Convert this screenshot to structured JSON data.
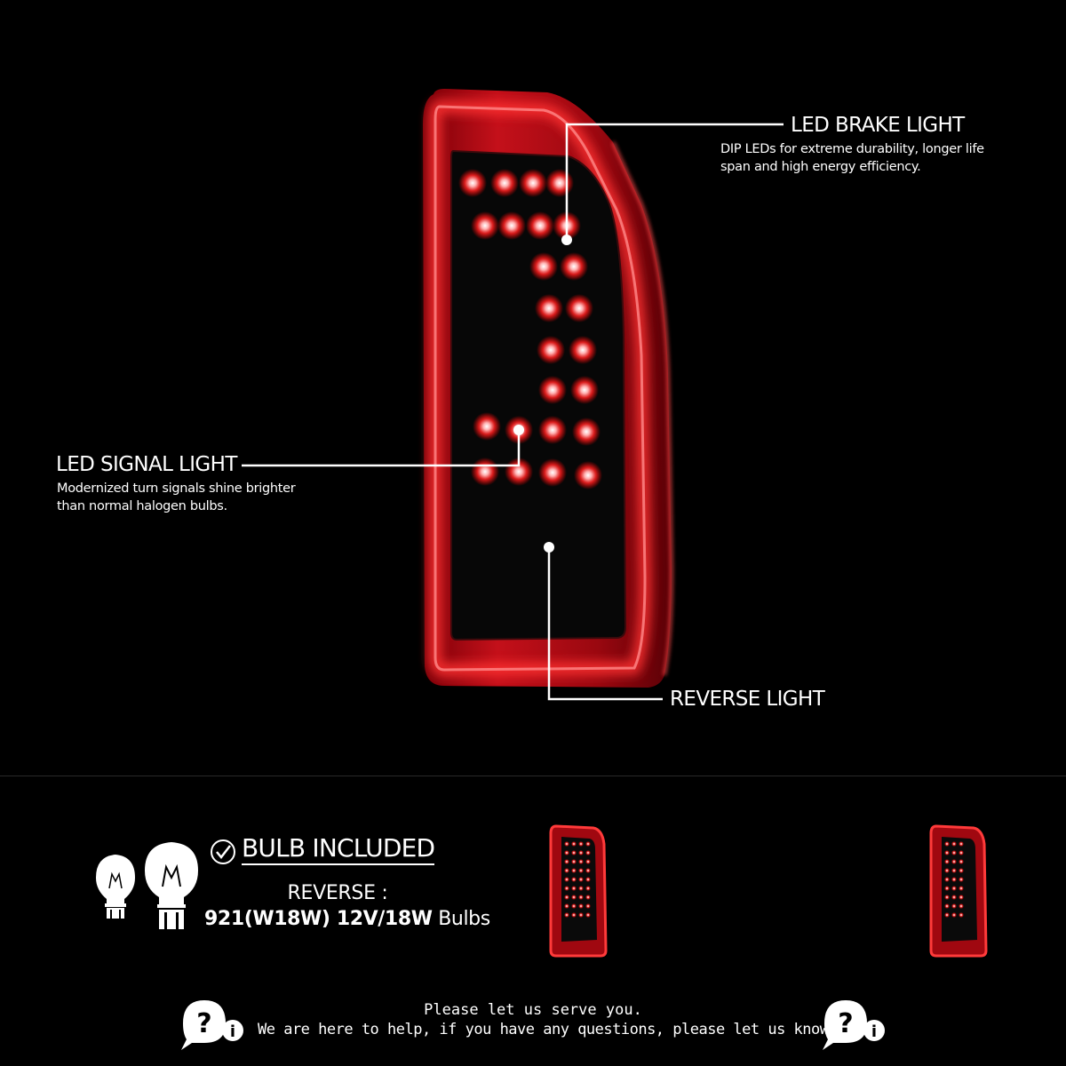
{
  "callouts": {
    "brake": {
      "title": "LED BRAKE LIGHT",
      "desc_line1": "DIP LEDs for extreme durability, longer life",
      "desc_line2": "span and high energy efficiency."
    },
    "signal": {
      "title": "LED SIGNAL LIGHT",
      "desc_line1": "Modernized turn signals shine brighter",
      "desc_line2": "than normal halogen bulbs."
    },
    "reverse": {
      "title": "REVERSE LIGHT"
    }
  },
  "bulb": {
    "title": "BULB INCLUDED",
    "line1": "REVERSE :",
    "spec_bold": "921(W18W) 12V/18W",
    "spec_rest": " Bulbs"
  },
  "footer": {
    "line1": "Please let us serve you.",
    "line2": "We are here to help, if you have any questions, please let us know!"
  },
  "icons": [
    "check-circle-icon",
    "bulb-small-icon",
    "bulb-large-icon",
    "help-info-icon"
  ],
  "colors": {
    "background": "#000000",
    "lamp_red": "#e8101c",
    "led_glow": "#ff3a3a",
    "text": "#ffffff"
  }
}
